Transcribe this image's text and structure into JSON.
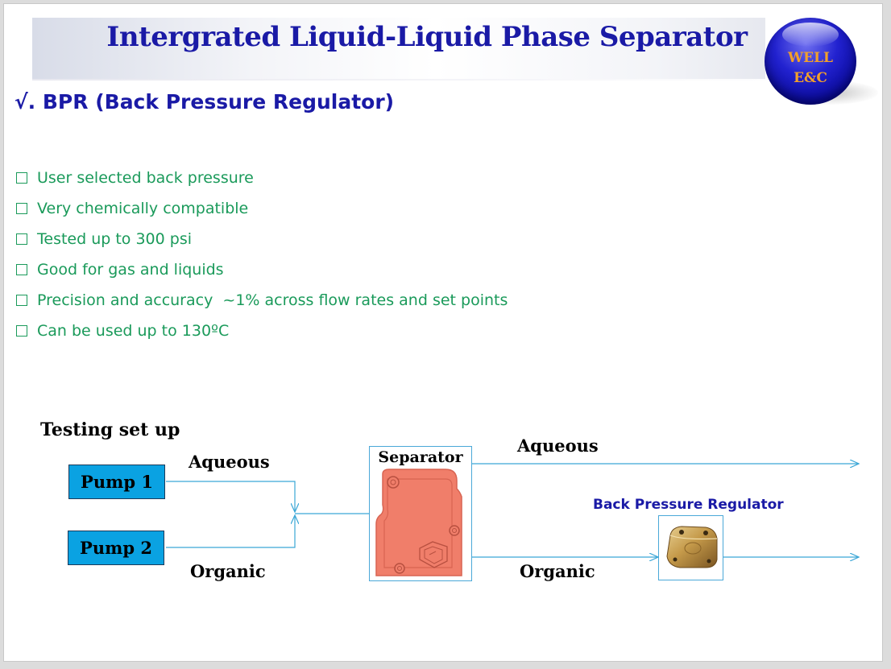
{
  "title": "Intergrated Liquid-Liquid Phase Separator",
  "logo": {
    "line1": "WELL",
    "line2": "E&C"
  },
  "heading": "√. BPR (Back Pressure Regulator)",
  "bullets": [
    "User selected back pressure",
    "Very chemically compatible",
    "Tested up to 300 psi",
    "Good for gas and liquids",
    "Precision and accuracy  ~1% across flow rates and set points",
    "Can be used up to 130ºC"
  ],
  "diagram": {
    "section_label": "Testing set up",
    "pump1": "Pump 1",
    "pump2": "Pump 2",
    "aqueous_in": "Aqueous",
    "organic_in": "Organic",
    "separator": "Separator",
    "aqueous_out": "Aqueous",
    "organic_out": "Organic",
    "bpr": "Back Pressure Regulator"
  },
  "colors": {
    "title": "#1a1aa6",
    "bullet_text": "#1a9a5a",
    "pump_fill": "#0aa2e2",
    "flow_line": "#3aa6d6",
    "separator_body": "#f07e6a",
    "logo_text": "#f2a02a"
  },
  "icons": {
    "bullet": "checkbox-square-icon",
    "arrow": "arrow-right-icon"
  }
}
